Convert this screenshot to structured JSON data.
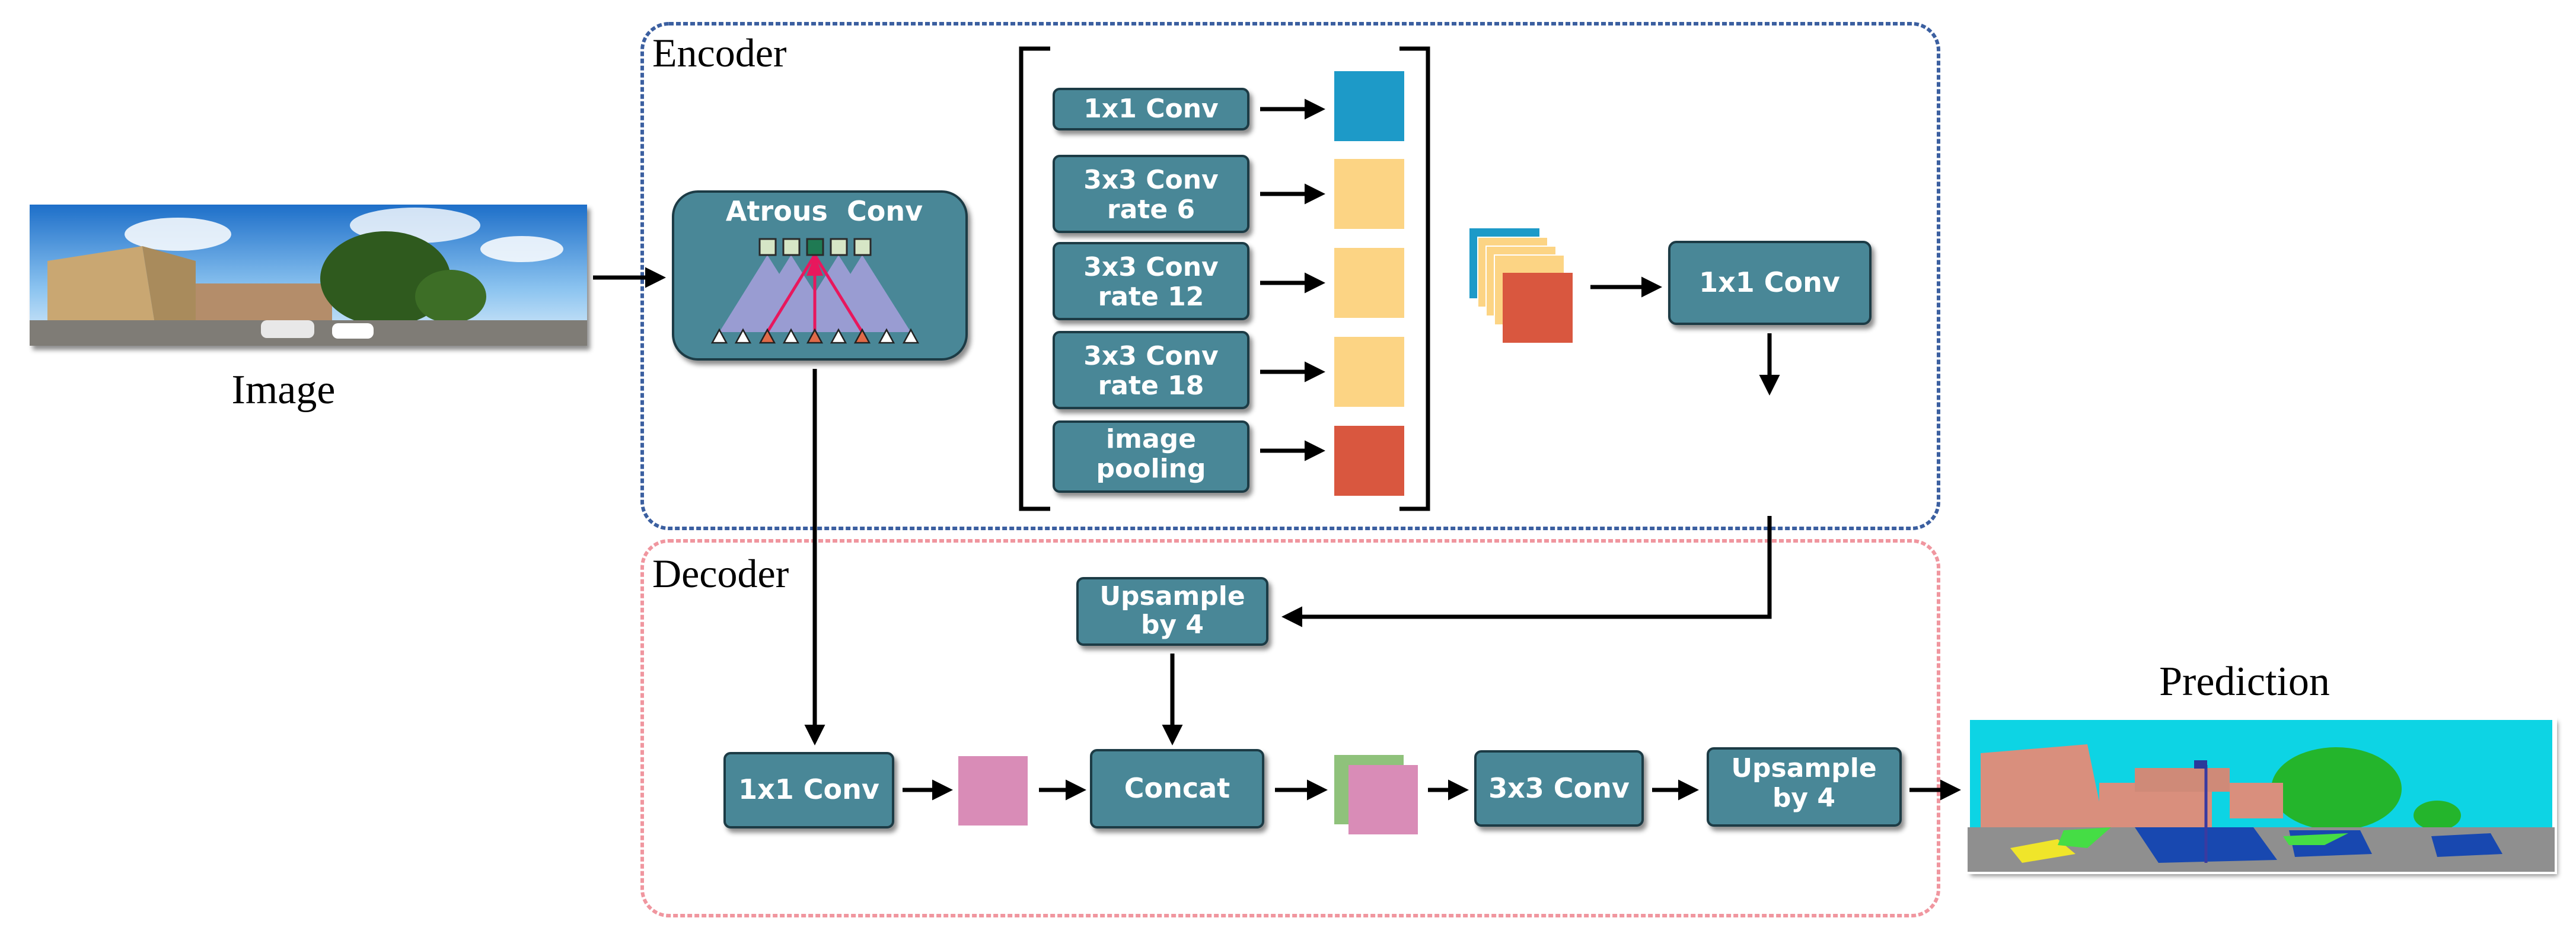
{
  "labels": {
    "image": "Image",
    "encoder": "Encoder",
    "decoder": "Decoder",
    "prediction": "Prediction"
  },
  "encoder": {
    "atrous_title": "Atrous  Conv",
    "aspp": [
      {
        "line1": "1x1 Conv",
        "line2": "",
        "feature_color": "#1d9ac8"
      },
      {
        "line1": "3x3 Conv",
        "line2": "rate 6",
        "feature_color": "#fcd484"
      },
      {
        "line1": "3x3 Conv",
        "line2": "rate 12",
        "feature_color": "#fcd484"
      },
      {
        "line1": "3x3 Conv",
        "line2": "rate 18",
        "feature_color": "#fcd484"
      },
      {
        "line1": "image",
        "line2": "pooling",
        "feature_color": "#d9573f"
      }
    ],
    "conv_after_concat": "1x1 Conv"
  },
  "decoder": {
    "upsample_top_line1": "Upsample",
    "upsample_top_line2": "by 4",
    "low_level_conv": "1x1 Conv",
    "concat": "Concat",
    "conv3x3": "3x3 Conv",
    "upsample_final_line1": "Upsample",
    "upsample_final_line2": "by 4"
  },
  "colors": {
    "block_fill": "#4a8797",
    "block_stroke": "#1f3a44",
    "encoder_border": "#3b5fa0",
    "decoder_border": "#f0969f",
    "feature_pink": "#d98cb7",
    "feature_green": "#8fc27b",
    "feature_blue": "#1d9ac8",
    "feature_yellow": "#fcd484",
    "feature_red": "#d9573f"
  }
}
